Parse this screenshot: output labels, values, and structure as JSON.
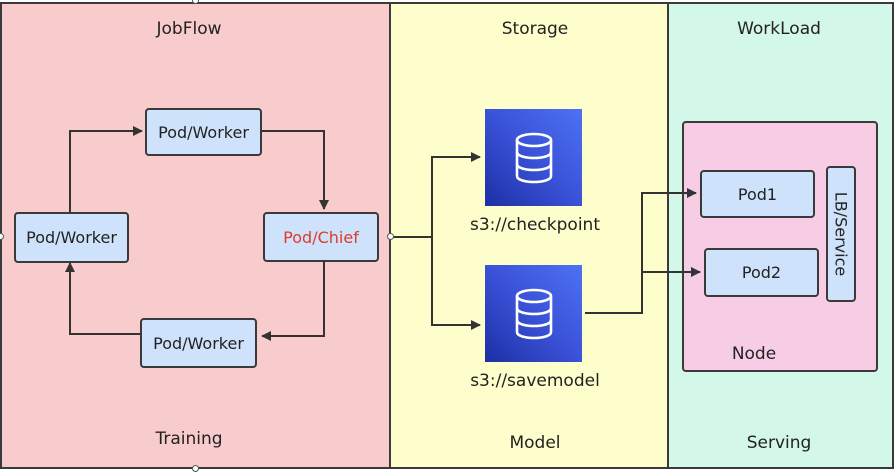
{
  "colors": {
    "jobflow_bg": "#f8cbcd",
    "storage_bg": "#fefecc",
    "workload_bg": "#d3f7e8",
    "node_bg": "#f7cde6",
    "box_bg": "#cfe2fb",
    "chief_text": "#e03a2a",
    "s3_icon": "#3a52d8"
  },
  "jobflow": {
    "title": "JobFlow",
    "footer": "Training",
    "worker_top": "Pod/Worker",
    "worker_left": "Pod/Worker",
    "worker_bottom": "Pod/Worker",
    "chief": "Pod/Chief"
  },
  "storage": {
    "title": "Storage",
    "footer": "Model",
    "checkpoint_label": "s3://checkpoint",
    "savemodel_label": "s3://savemodel",
    "icon": "database-icon"
  },
  "workload": {
    "title": "WorkLoad",
    "footer": "Serving",
    "node_label": "Node",
    "pod1": "Pod1",
    "pod2": "Pod2",
    "service": "LB/Service"
  }
}
